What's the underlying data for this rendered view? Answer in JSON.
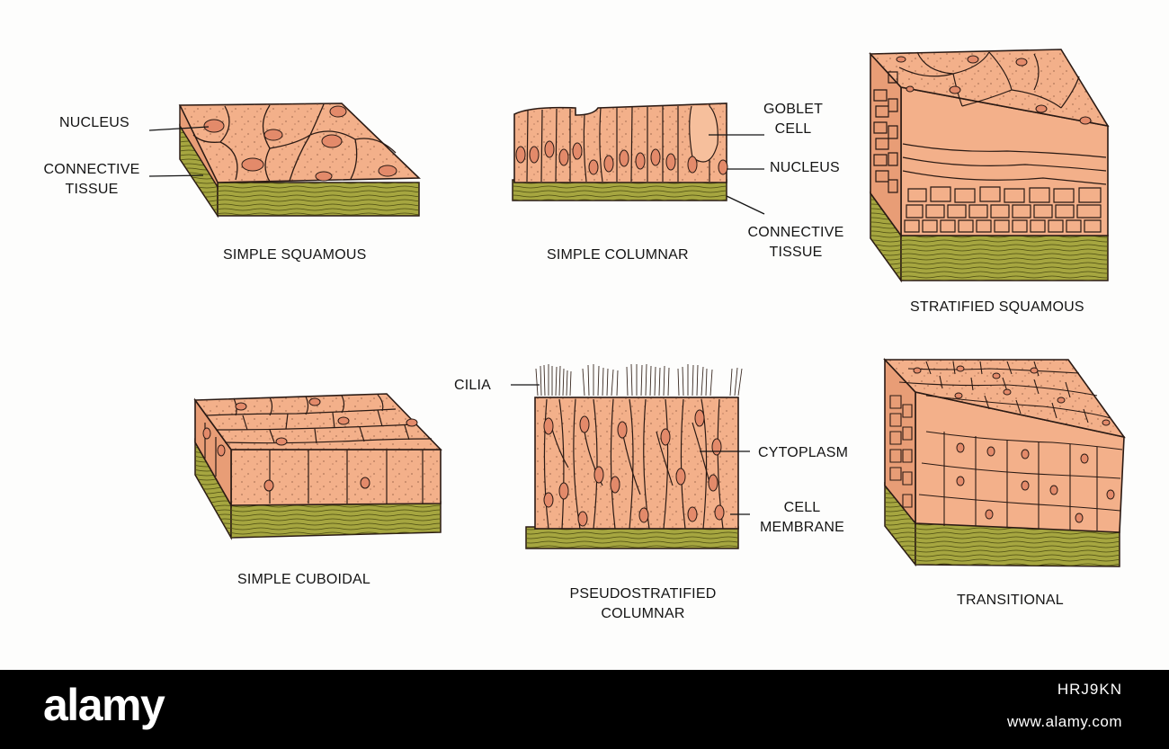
{
  "panels": {
    "simple_squamous": {
      "title": "SIMPLE SQUAMOUS",
      "labels": {
        "nucleus": "NUCLEUS",
        "connective_1": "CONNECTIVE",
        "connective_2": "TISSUE"
      }
    },
    "simple_columnar": {
      "title": "SIMPLE COLUMNAR",
      "labels": {
        "goblet_1": "GOBLET",
        "goblet_2": "CELL",
        "nucleus": "NUCLEUS",
        "connective_1": "CONNECTIVE",
        "connective_2": "TISSUE"
      }
    },
    "stratified_squamous": {
      "title": "STRATIFIED SQUAMOUS"
    },
    "simple_cuboidal": {
      "title": "SIMPLE CUBOIDAL"
    },
    "pseudostratified": {
      "title_1": "PSEUDOSTRATIFIED",
      "title_2": "COLUMNAR",
      "labels": {
        "cilia": "CILIA",
        "cytoplasm": "CYTOPLASM",
        "membrane_1": "CELL",
        "membrane_2": "MEMBRANE"
      }
    },
    "transitional": {
      "title": "TRANSITIONAL"
    }
  },
  "watermark": {
    "brand": "alamy",
    "image_id": "HRJ9KN",
    "site": "www.alamy.com"
  },
  "colors": {
    "cell_fill": "#f3b08a",
    "cell_side": "#e89d76",
    "tissue_fill": "#a6a640",
    "outline": "#2a1a14",
    "footer_bg": "#000000"
  }
}
